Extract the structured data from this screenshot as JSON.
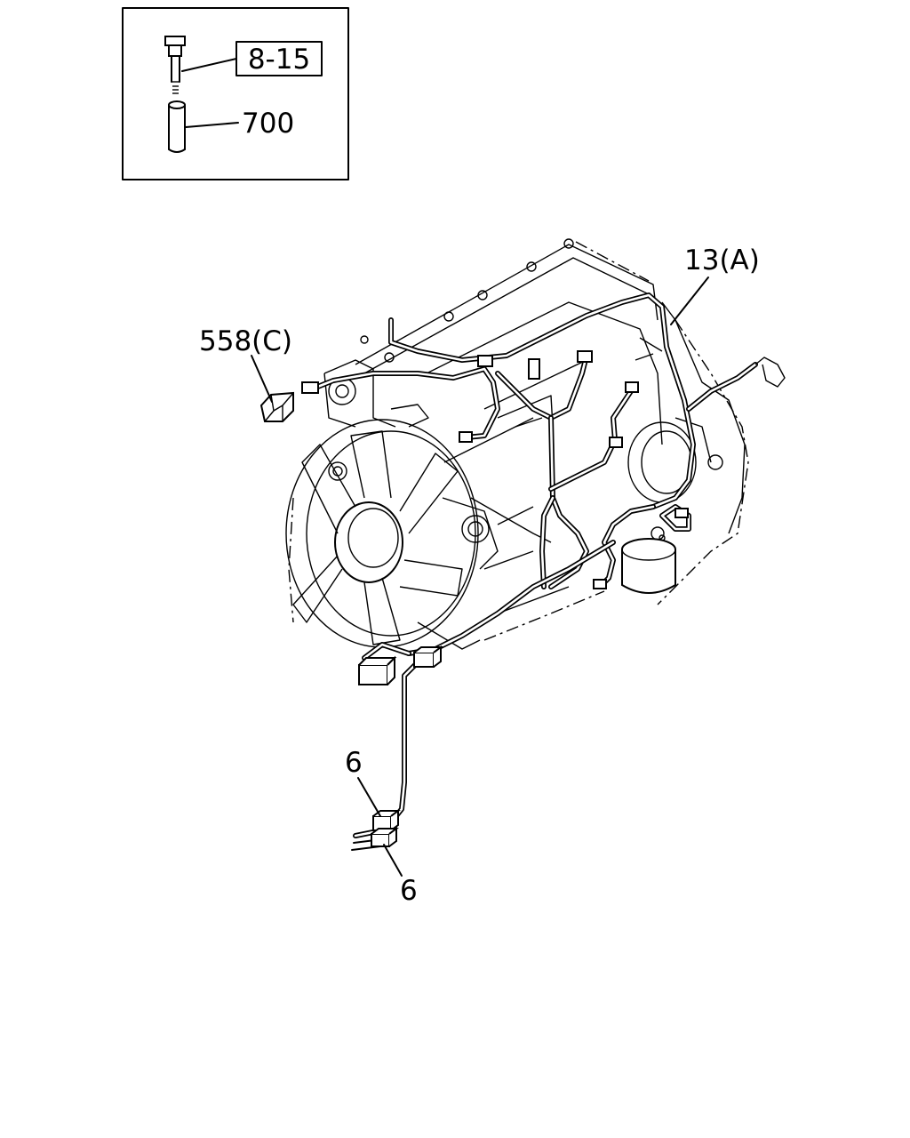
{
  "callouts": {
    "ref_box": "8-15",
    "part_700": "700",
    "part_13a": "13(A)",
    "part_558c": "558(C)",
    "part_6_upper": "6",
    "part_6_lower": "6"
  }
}
